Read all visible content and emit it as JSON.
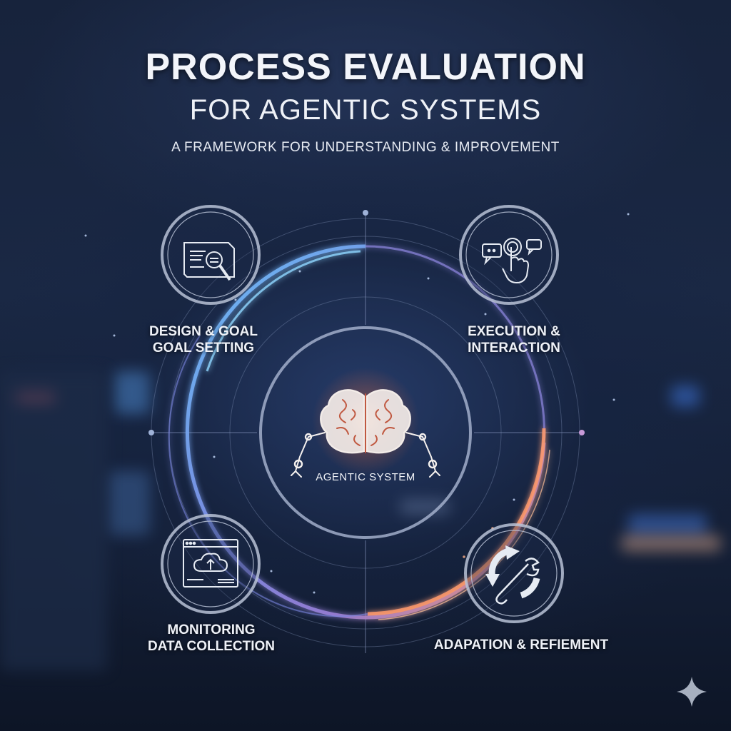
{
  "header": {
    "title_line1": "PROCESS EVALUATION",
    "title_line2": "FOR AGENTIC SYSTEMS",
    "subtitle": "A FRAMEWORK FOR UNDERSTANDING & IMPROVEMENT"
  },
  "center": {
    "label": "AGENTIC SYSTEM",
    "icon": "brain-robot-arms-icon"
  },
  "stages": [
    {
      "label_line1": "DESIGN & GOAL",
      "label_line2": "GOAL SETTING",
      "icon": "document-magnifier-icon",
      "position": "top-left"
    },
    {
      "label_line1": "EXECUTION &",
      "label_line2": "INTERACTION",
      "icon": "chat-touch-icon",
      "position": "top-right"
    },
    {
      "label_line1": "MONITORING",
      "label_line2": "DATA COLLECTION",
      "icon": "cloud-upload-window-icon",
      "position": "bottom-left"
    },
    {
      "label_line1": "ADAPATION & REFIEMENT",
      "label_line2": "",
      "icon": "refresh-wrench-icon",
      "position": "bottom-right"
    }
  ],
  "colors": {
    "background": "#141f36",
    "ring_blue": "#5fb4ff",
    "ring_purple": "#8a86e6",
    "ring_orange": "#ff9a6a",
    "icon_stroke": "#e6ebf3",
    "circle_stroke": "#b8c2d6"
  },
  "watermark": {
    "icon": "sparkle-icon"
  }
}
